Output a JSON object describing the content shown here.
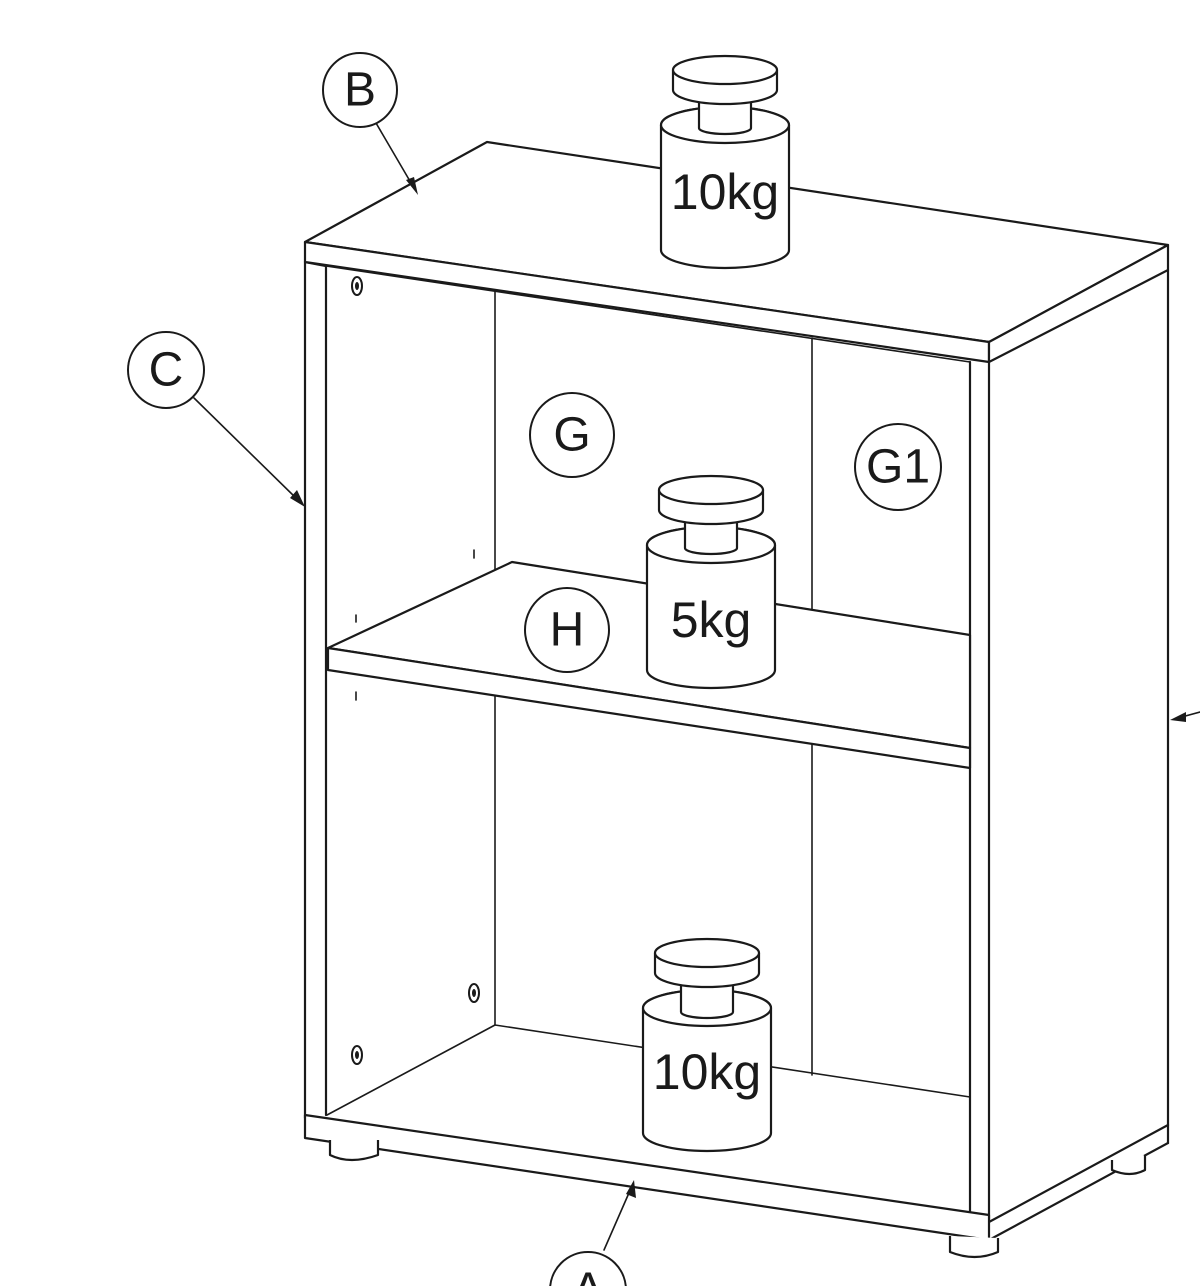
{
  "callouts": {
    "A": "A",
    "B": "B",
    "C": "C",
    "G": "G",
    "G1": "G1",
    "H": "H"
  },
  "weights": {
    "top": "10kg",
    "shelf": "5kg",
    "bottom": "10kg"
  },
  "colors": {
    "line": "#1a1a1a",
    "background": "#ffffff"
  }
}
